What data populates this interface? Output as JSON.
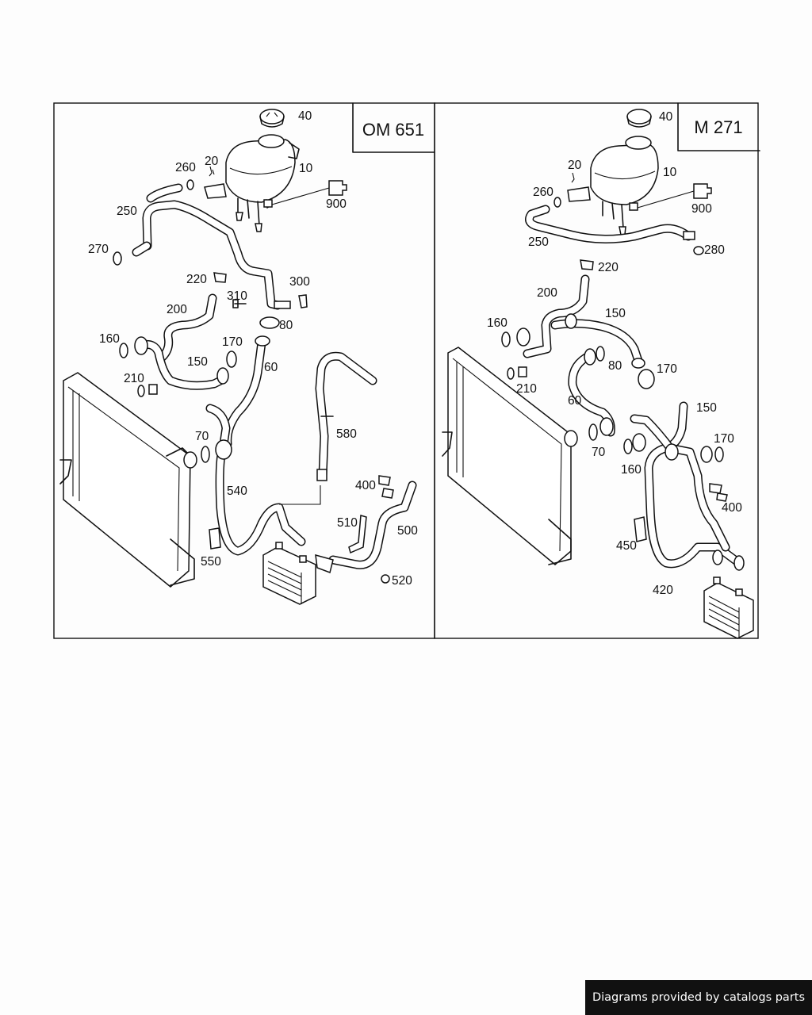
{
  "panels": [
    {
      "engine": "OM 651",
      "callouts": [
        "40",
        "10",
        "20",
        "260",
        "900",
        "250",
        "270",
        "220",
        "300",
        "310",
        "200",
        "80",
        "160",
        "170",
        "150",
        "60",
        "210",
        "580",
        "70",
        "540",
        "400",
        "510",
        "500",
        "550",
        "520"
      ]
    },
    {
      "engine": "M 271",
      "callouts": [
        "40",
        "20",
        "10",
        "260",
        "900",
        "250",
        "280",
        "220",
        "200",
        "150",
        "160",
        "80",
        "170",
        "210",
        "60",
        "150",
        "70",
        "170",
        "160",
        "400",
        "450",
        "420"
      ]
    }
  ],
  "footer": {
    "credit": "Diagrams provided by catalogs parts"
  }
}
